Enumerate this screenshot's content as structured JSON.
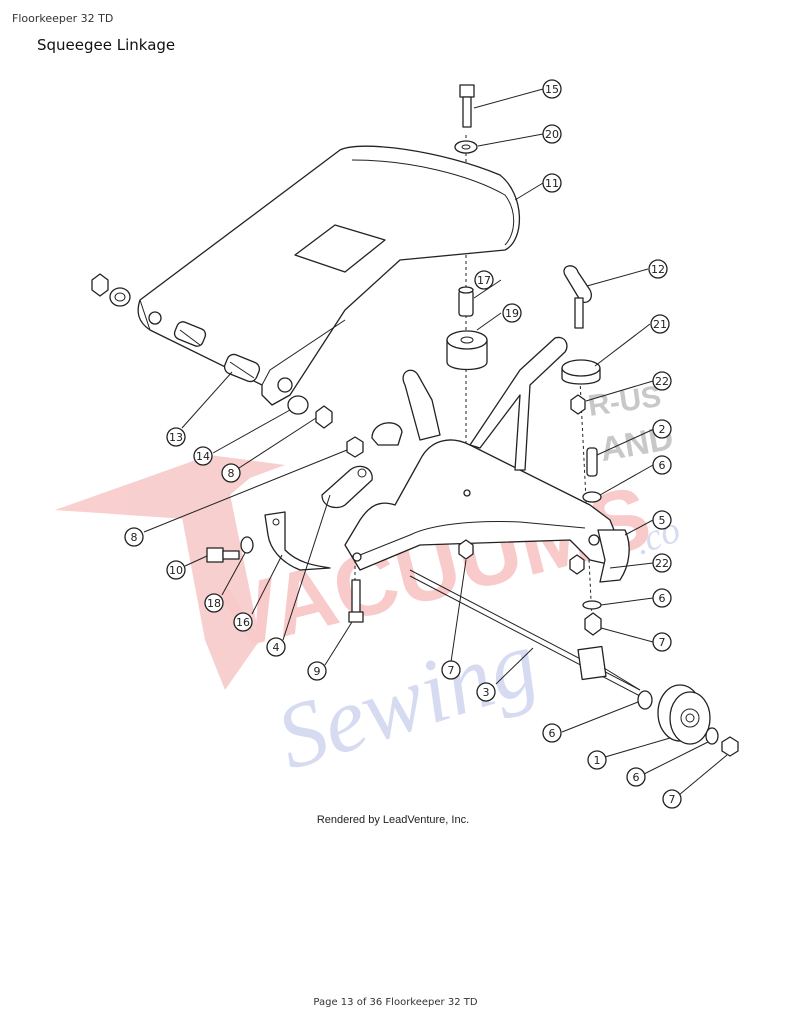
{
  "header": {
    "doc_title": "Floorkeeper 32 TD",
    "section_title": "Squeegee Linkage"
  },
  "diagram": {
    "credit": "Rendered by LeadVenture, Inc.",
    "callouts": [
      "15",
      "20",
      "11",
      "17",
      "19",
      "12",
      "21",
      "22",
      "2",
      "6",
      "5",
      "22",
      "6",
      "7",
      "3",
      "1",
      "6",
      "7",
      "6",
      "7",
      "9",
      "4",
      "16",
      "18",
      "10",
      "8",
      "8",
      "14",
      "13"
    ]
  },
  "watermark": {
    "line1": "VACUUMS",
    "line2": "Sewing",
    "ru": "R-US",
    "and": "AND",
    "suffix": ".co",
    "colors": {
      "red": "#f2a0a0",
      "blue": "#b8bfe6",
      "gray": "#c4c4c4"
    }
  },
  "footer": {
    "page_text": "Page 13 of 36 Floorkeeper 32 TD"
  }
}
